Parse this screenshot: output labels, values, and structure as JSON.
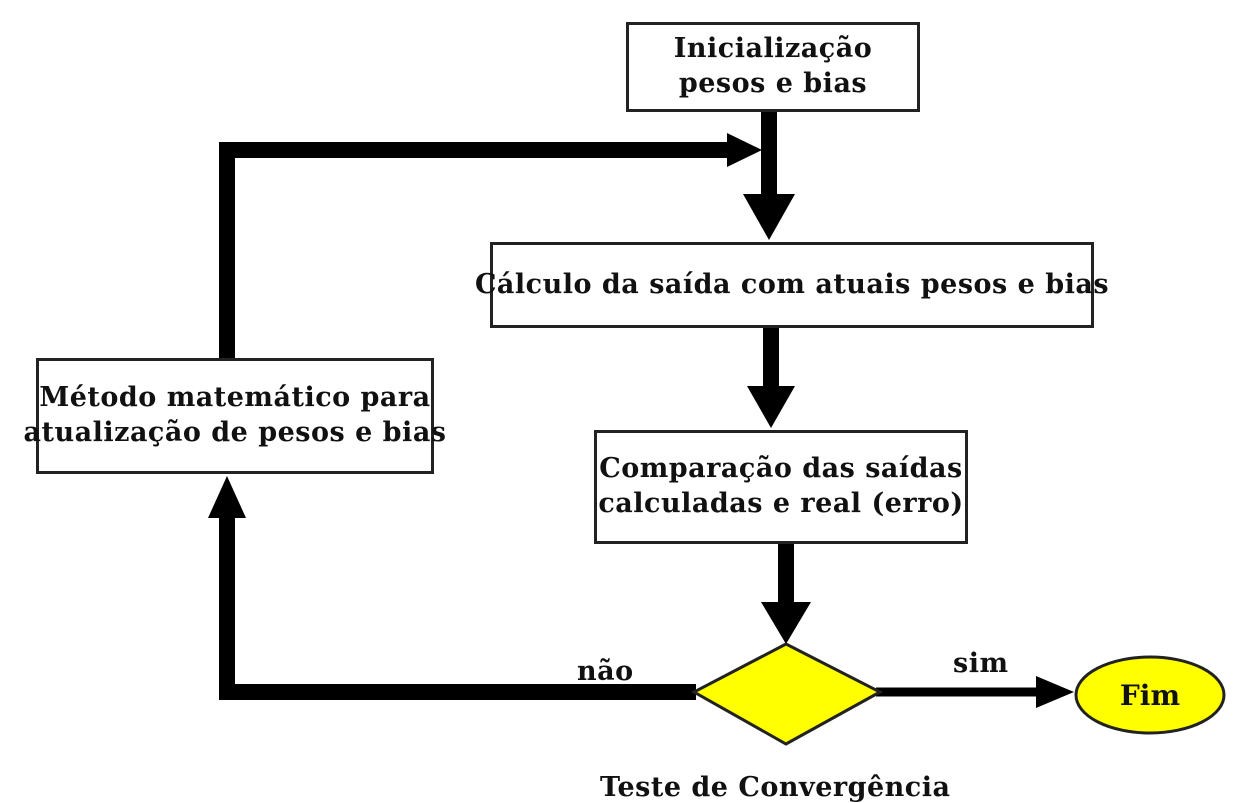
{
  "diagram": {
    "nodes": {
      "init": {
        "lines": [
          "Inicialização",
          "pesos e bias"
        ]
      },
      "calc": {
        "lines": [
          "Cálculo da saída com atuais pesos e bias"
        ]
      },
      "comp": {
        "lines": [
          "Comparação das saídas",
          "calculadas e real (erro)"
        ]
      },
      "method": {
        "lines": [
          "Método matemático para",
          "atualização de pesos e bias"
        ]
      },
      "decision": {
        "label": "Teste de Convergência"
      },
      "end": {
        "label": "Fim"
      }
    },
    "edges": {
      "no_label": "não",
      "yes_label": "sim"
    },
    "colors": {
      "line": "#000000",
      "box_border": "#222222",
      "decision_fill": "#ffff00",
      "end_fill": "#ffff00",
      "background": "#ffffff"
    }
  }
}
